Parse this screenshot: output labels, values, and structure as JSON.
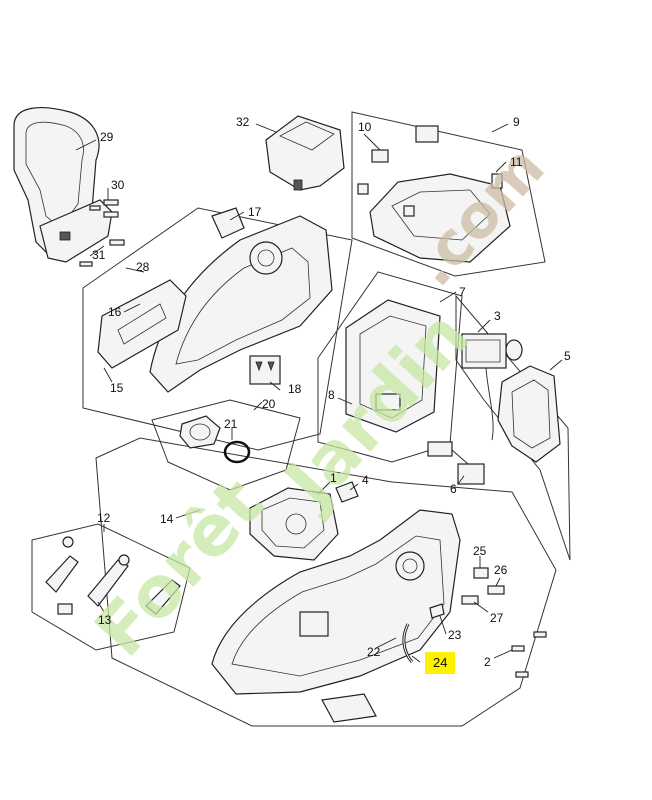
{
  "diagram": {
    "callouts": [
      {
        "id": "1",
        "label": "1"
      },
      {
        "id": "2",
        "label": "2"
      },
      {
        "id": "3",
        "label": "3"
      },
      {
        "id": "4",
        "label": "4"
      },
      {
        "id": "5",
        "label": "5"
      },
      {
        "id": "6",
        "label": "6"
      },
      {
        "id": "7",
        "label": "7"
      },
      {
        "id": "8",
        "label": "8"
      },
      {
        "id": "9",
        "label": "9"
      },
      {
        "id": "10",
        "label": "10"
      },
      {
        "id": "11",
        "label": "11"
      },
      {
        "id": "12",
        "label": "12"
      },
      {
        "id": "13",
        "label": "13"
      },
      {
        "id": "14",
        "label": "14"
      },
      {
        "id": "15",
        "label": "15"
      },
      {
        "id": "16",
        "label": "16"
      },
      {
        "id": "17",
        "label": "17"
      },
      {
        "id": "18",
        "label": "18"
      },
      {
        "id": "20",
        "label": "20"
      },
      {
        "id": "21",
        "label": "21"
      },
      {
        "id": "22",
        "label": "22"
      },
      {
        "id": "23",
        "label": "23"
      },
      {
        "id": "24",
        "label": "24",
        "highlighted": true
      },
      {
        "id": "25",
        "label": "25"
      },
      {
        "id": "26",
        "label": "26"
      },
      {
        "id": "27",
        "label": "27"
      },
      {
        "id": "28",
        "label": "28"
      },
      {
        "id": "29",
        "label": "29"
      },
      {
        "id": "30",
        "label": "30"
      },
      {
        "id": "31",
        "label": "31"
      },
      {
        "id": "32",
        "label": "32"
      }
    ],
    "highlight_color": "#ffef00"
  },
  "watermark": {
    "text_main": "Forêt",
    "text_jardin": "Jardin",
    "text_com": ".com",
    "main_color": "#c7e7a4",
    "accent_color": "#f5c36b",
    "com_color": "#cdbca6"
  }
}
